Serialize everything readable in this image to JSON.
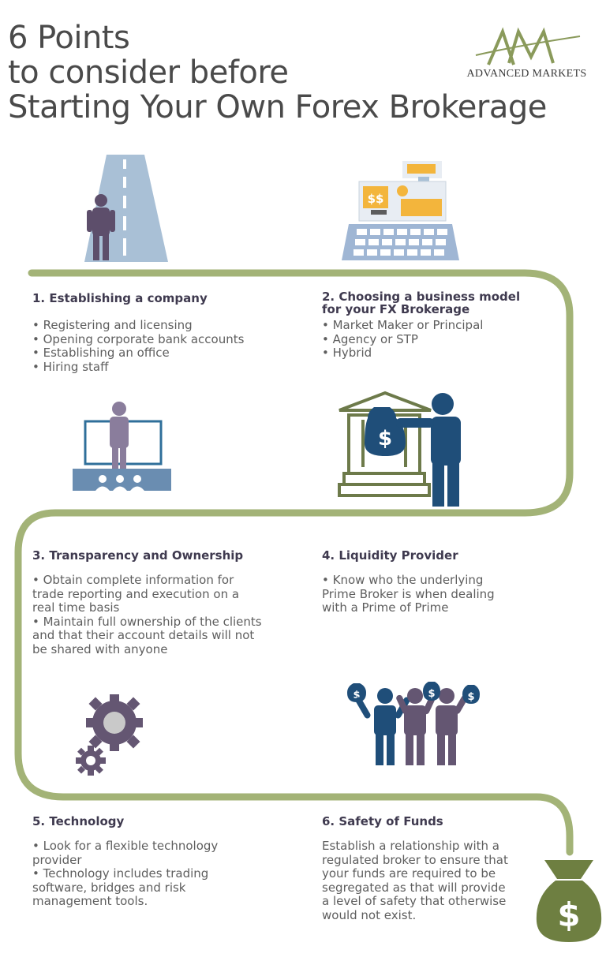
{
  "header": {
    "title_lines": [
      "6 Points",
      "to consider before",
      "Starting Your Own Forex Brokerage"
    ],
    "logo_text": "ADVANCED MARKETS"
  },
  "colors": {
    "path": "#a3b377",
    "dark_purple": "#645672",
    "navy": "#1f4e79",
    "light_blue": "#9fb6d4",
    "olive": "#6d7a4a",
    "moneybag_green": "#6e7f41"
  },
  "sections": [
    {
      "heading": "1. Establishing a company",
      "items": [
        "• Registering and licensing",
        "• Opening corporate bank accounts",
        "• Establishing an office",
        "• Hiring staff"
      ],
      "icon": "presenter-icon"
    },
    {
      "heading_lines": [
        "2. Choosing a business model",
        "for your FX Brokerage"
      ],
      "items": [
        "• Market Maker or Principal",
        "• Agency or STP",
        "• Hybrid"
      ],
      "icon": "bank-moneybag-icon"
    },
    {
      "heading": "3. Transparency and Ownership",
      "text_lines": [
        "• Obtain complete information for",
        "trade reporting and execution on a",
        "real time basis",
        "• Maintain full ownership of the clients",
        "and that their account details will not",
        "be shared with anyone"
      ],
      "icon": "gears-icon"
    },
    {
      "heading": "4. Liquidity Provider",
      "text_lines": [
        "• Know who the underlying",
        "Prime Broker is when dealing",
        "with a Prime of Prime"
      ],
      "icon": "people-moneybags-icon"
    },
    {
      "heading": "5. Technology",
      "text_lines": [
        "• Look for a flexible technology",
        "provider",
        "• Technology includes trading",
        "software, bridges and risk",
        "management tools."
      ],
      "icon": "none"
    },
    {
      "heading": "6. Safety of Funds",
      "text_lines": [
        "Establish a relationship with a",
        "regulated broker to ensure that",
        "your funds are required to be",
        "segregated as that will provide",
        "a level of safety that otherwise",
        "would not exist."
      ],
      "icon": "money-bag-icon"
    }
  ],
  "icon_labels": {
    "dollar": "$",
    "double_dollar": "$$"
  }
}
